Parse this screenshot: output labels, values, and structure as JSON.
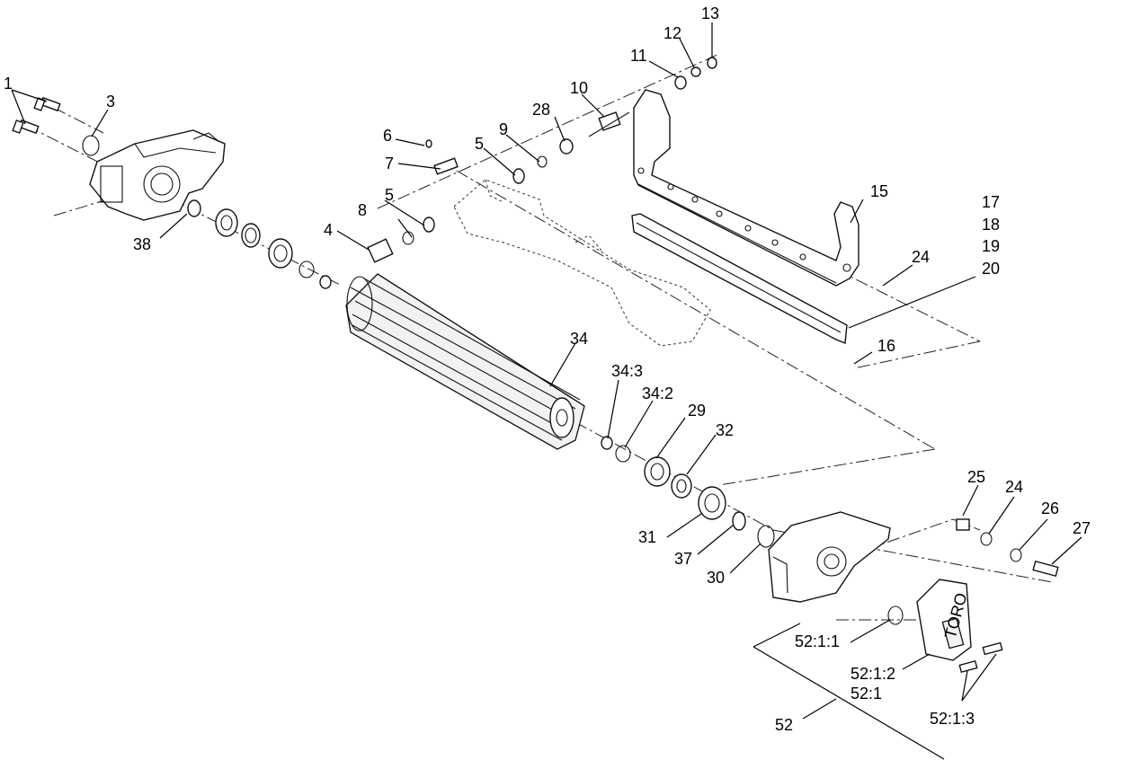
{
  "labels": {
    "p1": "1",
    "p3": "3",
    "p4": "4",
    "p5a": "5",
    "p5b": "5",
    "p6": "6",
    "p7": "7",
    "p8": "8",
    "p9": "9",
    "p10": "10",
    "p11": "11",
    "p12": "12",
    "p13": "13",
    "p15": "15",
    "p16": "16",
    "p17": "17",
    "p18": "18",
    "p19": "19",
    "p20": "20",
    "p24a": "24",
    "p24b": "24",
    "p25": "25",
    "p26": "26",
    "p27": "27",
    "p28": "28",
    "p29": "29",
    "p30": "30",
    "p31": "31",
    "p32": "32",
    "p34": "34",
    "p34_2": "34:2",
    "p34_3": "34:3",
    "p37": "37",
    "p38": "38",
    "p52": "52",
    "p52_1": "52:1",
    "p52_1_1": "52:1:1",
    "p52_1_2": "52:1:2",
    "p52_1_3": "52:1:3"
  },
  "cover_logo": "TORO"
}
